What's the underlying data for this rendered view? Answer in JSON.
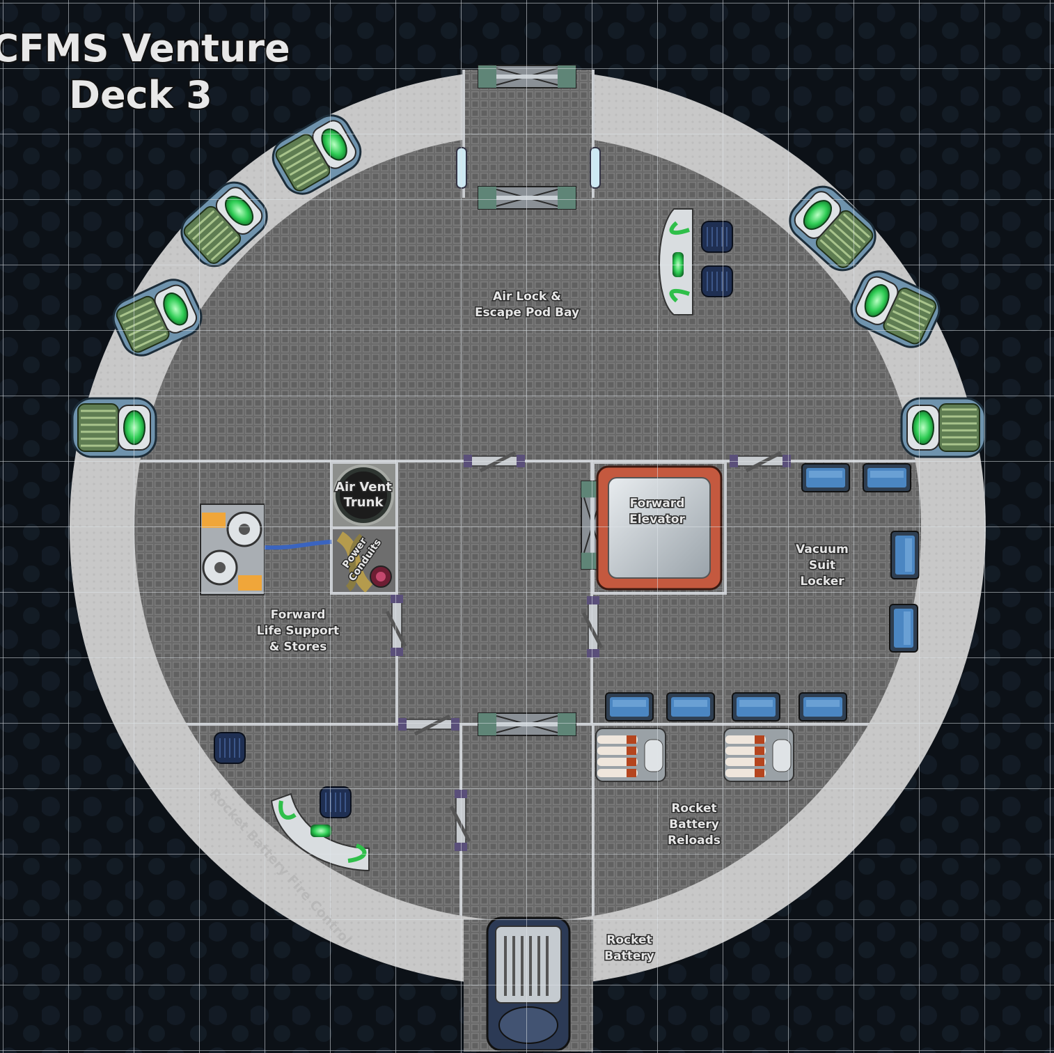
{
  "title": {
    "line1": "CFMS Venture",
    "line2": "Deck 3"
  },
  "rooms": {
    "airlock": [
      "Air Lock &",
      "Escape Pod Bay"
    ],
    "air_vent": [
      "Air Vent",
      "Trunk"
    ],
    "power_conduits": [
      "Power",
      "Conduits"
    ],
    "forward_elevator": [
      "Forward",
      "Elevator"
    ],
    "vacuum_suit": [
      "Vacuum",
      "Suit",
      "Locker"
    ],
    "life_support": [
      "Forward",
      "Life Support",
      "& Stores"
    ],
    "reloads": [
      "Rocket",
      "Battery",
      "Reloads"
    ],
    "fire_control": "Rocket Battery Fire Control",
    "rocket_battery": [
      "Rocket",
      "Battery"
    ]
  },
  "colors": {
    "space": "#0b0f14",
    "hull": "#c9c9c9",
    "deck": "#6e6e6e",
    "grid": "#d8dde3",
    "pod_glass": "#39d65a",
    "locker": "#3f73a8",
    "elevator": "#c0553f"
  }
}
